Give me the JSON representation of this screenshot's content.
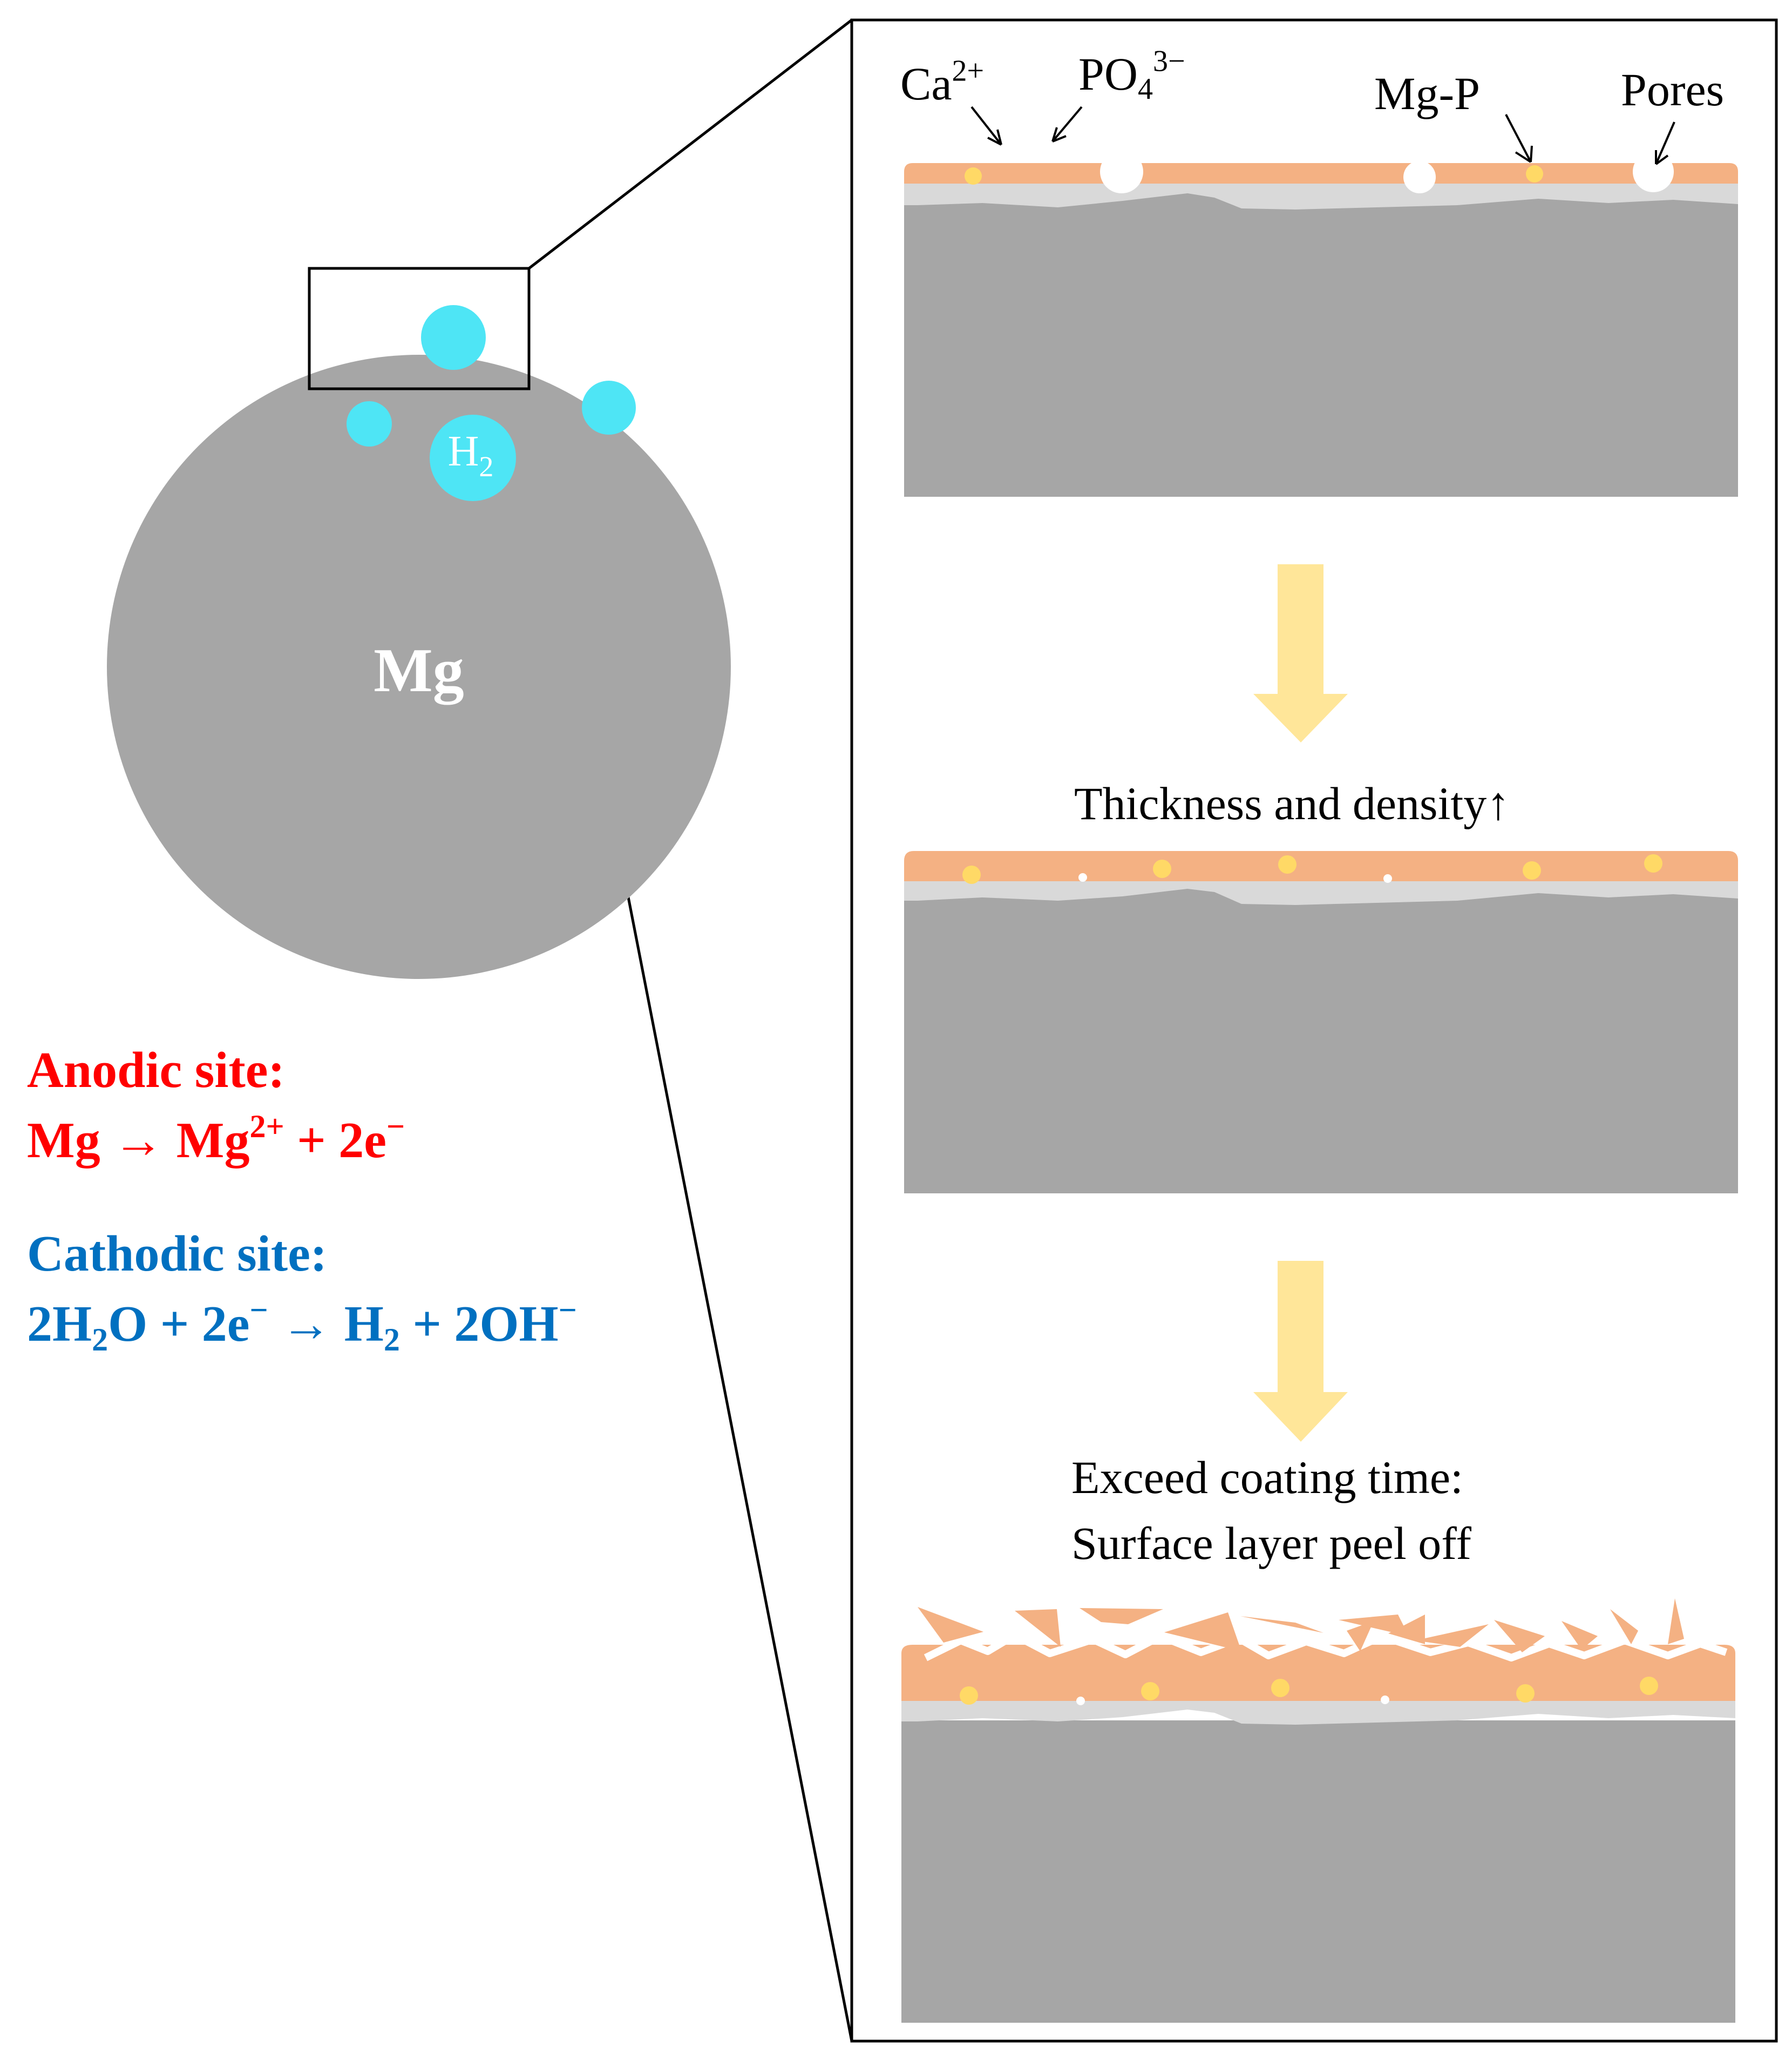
{
  "sphere": {
    "label": "Mg",
    "bubble_label": {
      "base": "H",
      "sub": "2"
    }
  },
  "anodic": {
    "heading": "Anodic site:",
    "left": "Mg",
    "arrow": "→",
    "right_base": "Mg",
    "right_sup": "2+",
    "right_tail": " + 2e",
    "electron_sup": "−",
    "color": "#ff0000"
  },
  "cathodic": {
    "heading": "Cathodic site:",
    "lhs_a": "2H",
    "lhs_sub": "2",
    "lhs_b": "O + 2e",
    "lhs_sup": "−",
    "arrow": "→",
    "rhs_a": " H",
    "rhs_sub": "2",
    "rhs_b": " + 2OH",
    "rhs_sup": "−",
    "color": "#0070c0"
  },
  "panel": {
    "labels": {
      "ca": {
        "base": "Ca",
        "sup": "2+"
      },
      "po": {
        "base": "PO",
        "sub": "4",
        "sup": "3−"
      },
      "mgp": "Mg-P",
      "pores": "Pores"
    },
    "step1_caption": "Thickness and density↑",
    "step2_caption_line1": "Exceed coating time:",
    "step2_caption_line2": "Surface layer peel off"
  },
  "colors": {
    "substrate": "#a6a6a6",
    "interlayer": "#d9d9d9",
    "coating": "#f4b183",
    "particle": "#ffd966",
    "bubble": "#4ee5f5",
    "flow_arrow": "#ffe699"
  }
}
